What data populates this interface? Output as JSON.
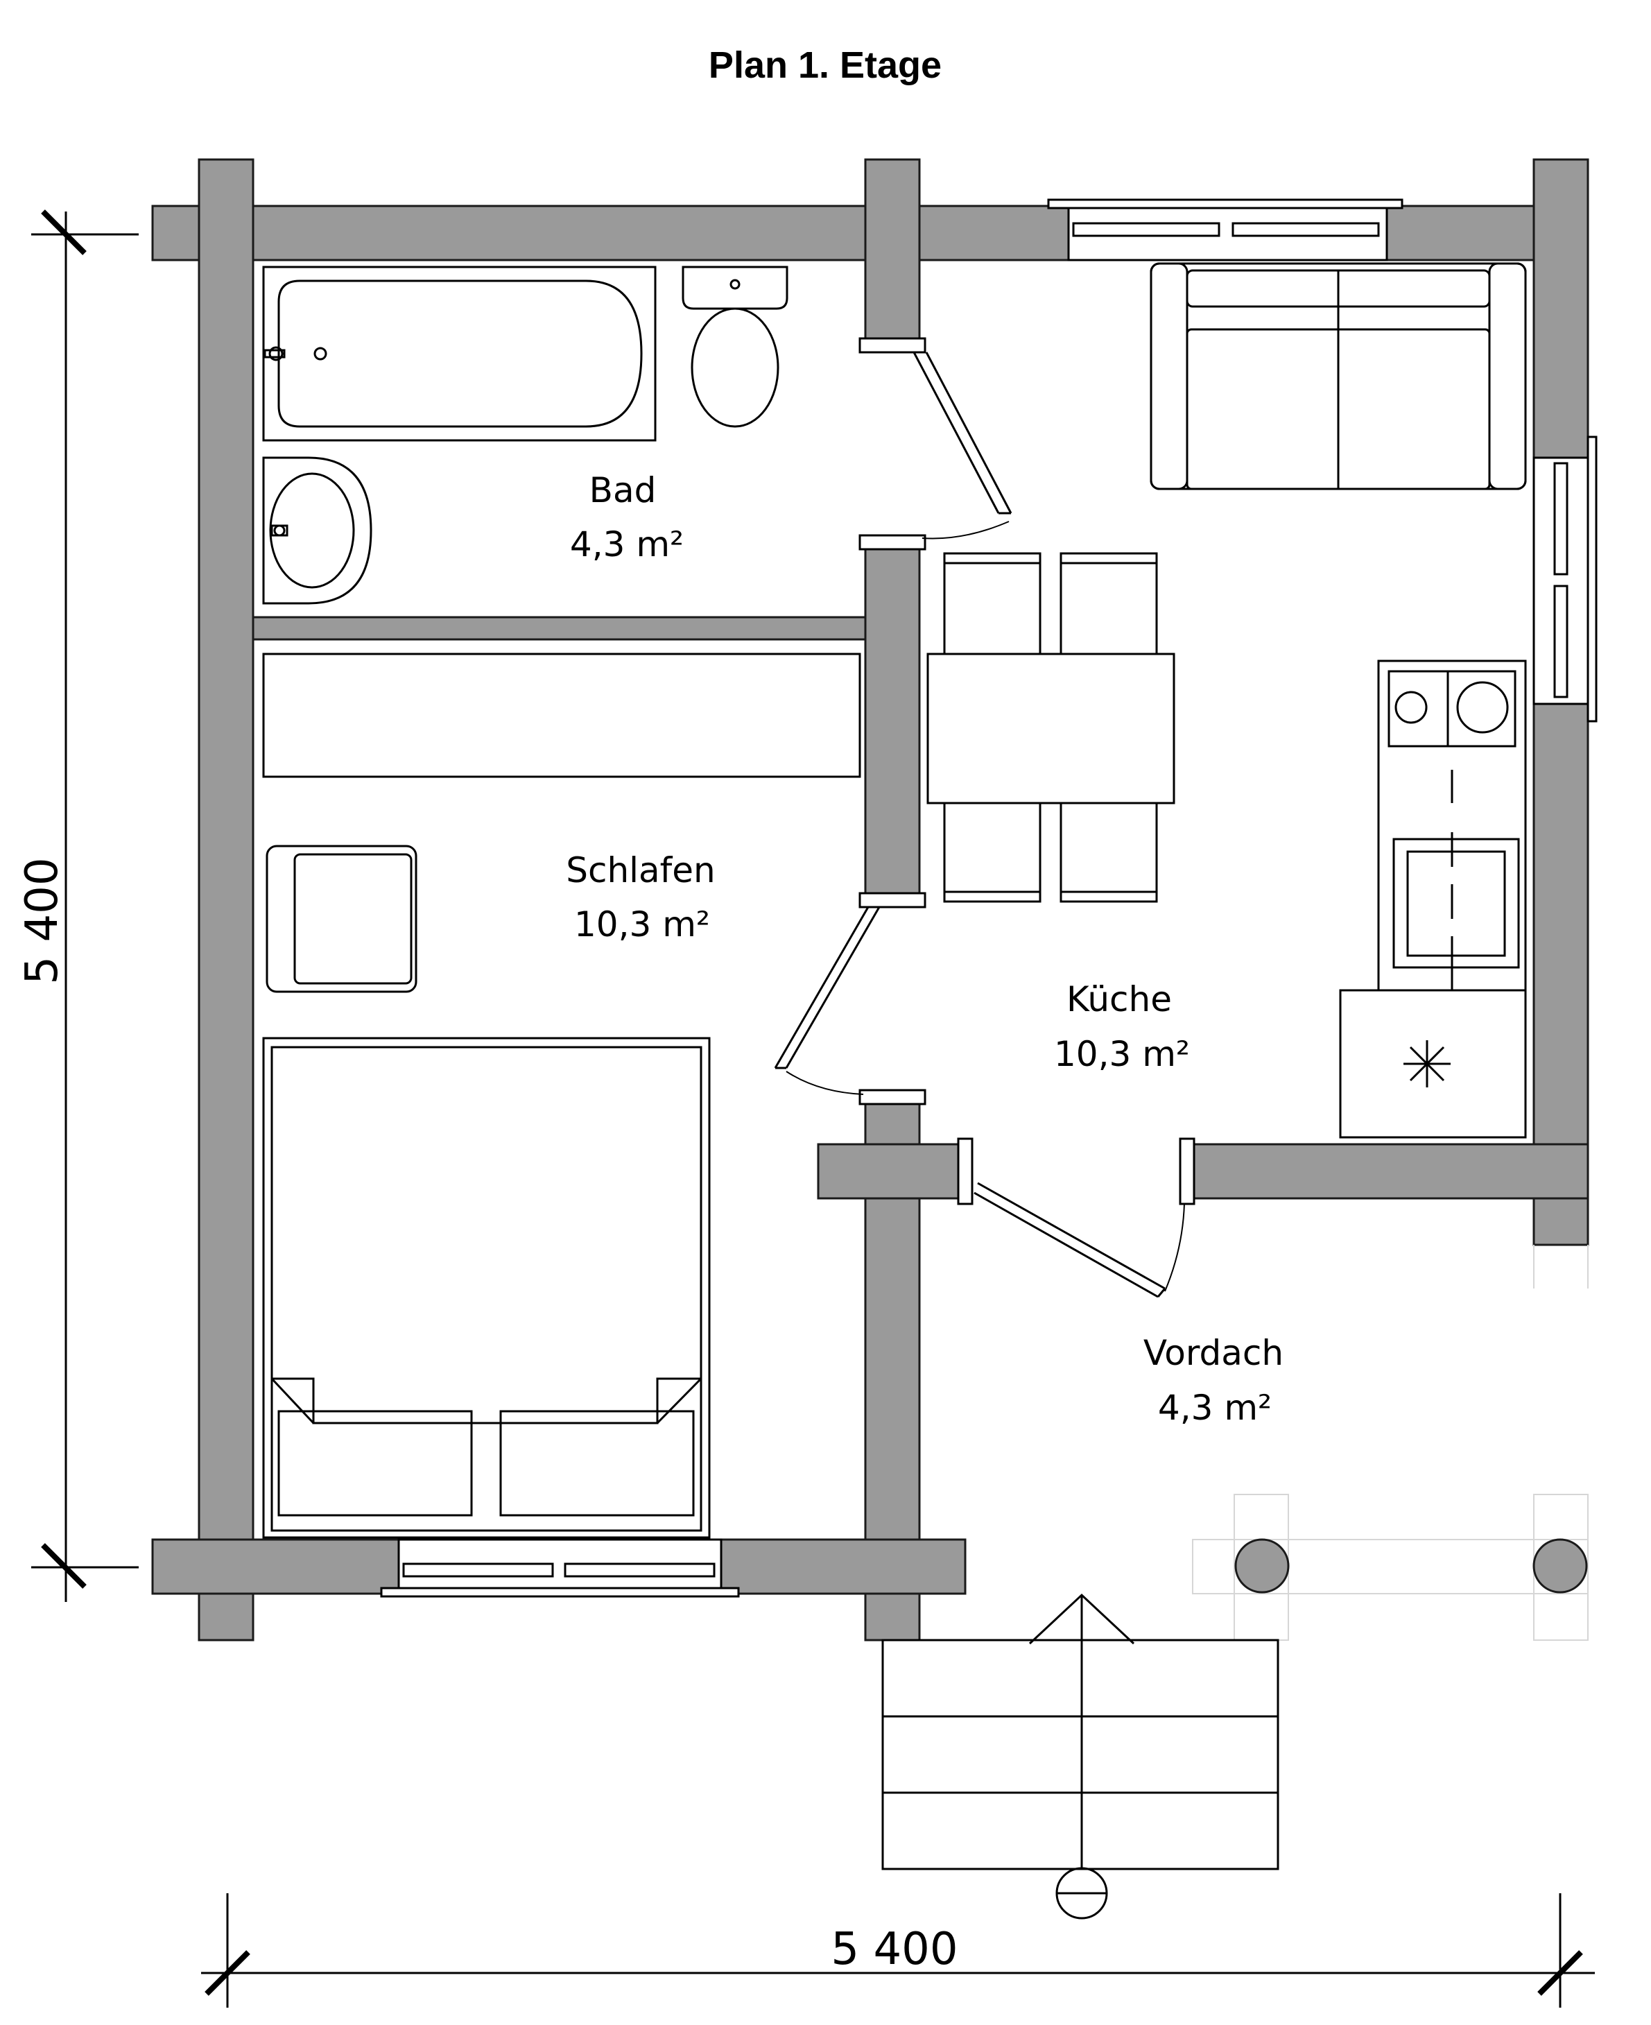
{
  "title": "Plan 1. Etage",
  "rooms": {
    "bad": {
      "name": "Bad",
      "area": "4,3 m²"
    },
    "schlafen": {
      "name": "Schlafen",
      "area": "10,3 m²"
    },
    "kueche": {
      "name": "Küche",
      "area": "10,3 m²"
    },
    "vordach": {
      "name": "Vordach",
      "area": "4,3 m²"
    }
  },
  "dimensions": {
    "horizontal": "5 400",
    "vertical": "5 400"
  },
  "colors": {
    "wall_fill": "#9a9a9a",
    "line": "#000000",
    "background": "#ffffff"
  }
}
